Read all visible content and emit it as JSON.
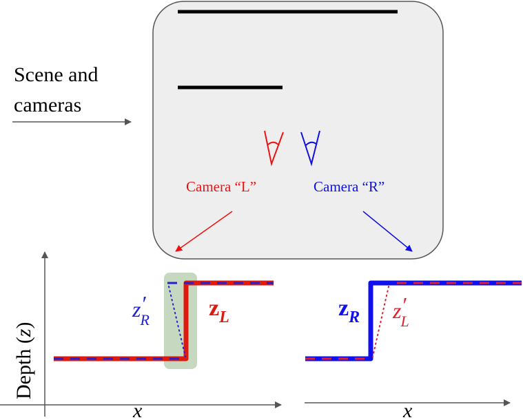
{
  "scene": {
    "label_line1": "Scene and",
    "label_line2": "cameras",
    "camera_left_label": "Camera “L”",
    "camera_right_label": "Camera “R”"
  },
  "left_plot": {
    "ylabel": "Depth (",
    "ylabel_var": "z",
    "ylabel_close": ")",
    "xlabel": "x",
    "solid_label": "z",
    "solid_label_sub": "L",
    "dotted_label": "z",
    "dotted_label_prime": "′",
    "dotted_label_sub": "R"
  },
  "right_plot": {
    "xlabel": "x",
    "solid_label": "z",
    "solid_label_sub": "R",
    "dotted_label": "z",
    "dotted_label_prime": "′",
    "dotted_label_sub": "L"
  },
  "colors": {
    "left_camera": "#ee1111",
    "right_camera": "#1010dd",
    "scene_bg": "#eeeeee",
    "highlight": "#c6d8c0",
    "axis": "#555555"
  }
}
